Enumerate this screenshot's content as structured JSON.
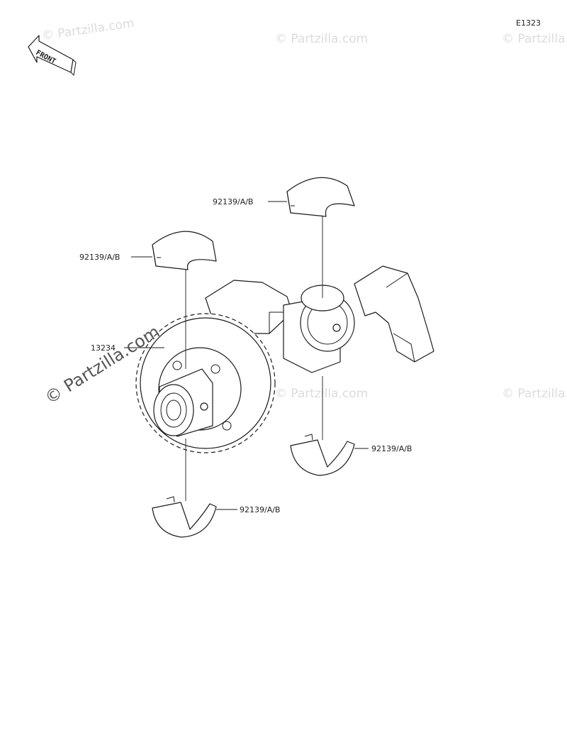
{
  "diagram_code": "E1323",
  "front_label": "FRONT",
  "watermark": "© Partzilla.com",
  "callouts": [
    {
      "id": "shell-top-right",
      "part_number": "92139/A/B"
    },
    {
      "id": "shell-top-left",
      "part_number": "92139/A/B"
    },
    {
      "id": "balancer-gear",
      "part_number": "13234"
    },
    {
      "id": "shell-bottom-right",
      "part_number": "92139/A/B"
    },
    {
      "id": "shell-bottom-left",
      "part_number": "92139/A/B"
    }
  ]
}
